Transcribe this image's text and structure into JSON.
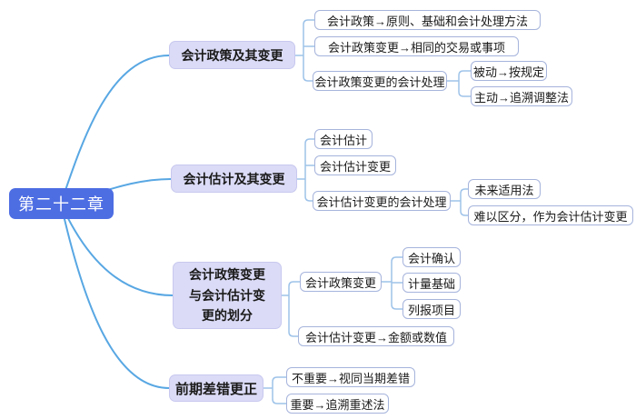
{
  "mindmap": {
    "root": {
      "label": "第二十二章"
    },
    "branches": [
      {
        "label": "会计政策及其变更",
        "children": [
          {
            "label": "会计政策→原则、基础和会计处理方法"
          },
          {
            "label": "会计政策变更→相同的交易或事项"
          },
          {
            "label": "会计政策变更的会计处理",
            "children": [
              {
                "label": "被动→按规定"
              },
              {
                "label": "主动→追溯调整法"
              }
            ]
          }
        ]
      },
      {
        "label": "会计估计及其变更",
        "children": [
          {
            "label": "会计估计"
          },
          {
            "label": "会计估计变更"
          },
          {
            "label": "会计估计变更的会计处理",
            "children": [
              {
                "label": "未来适用法"
              },
              {
                "label": "难以区分，作为会计估计变更"
              }
            ]
          }
        ]
      },
      {
        "label": "会计政策变更\n与会计估计变\n更的划分",
        "children": [
          {
            "label": "会计政策变更",
            "children": [
              {
                "label": "会计确认"
              },
              {
                "label": "计量基础"
              },
              {
                "label": "列报项目"
              }
            ]
          },
          {
            "label": "会计估计变更→金额或数值"
          }
        ]
      },
      {
        "label": "前期差错更正",
        "children": [
          {
            "label": "不重要→视同当期差错"
          },
          {
            "label": "重要→追溯重述法"
          }
        ]
      }
    ]
  },
  "colors": {
    "root_bg": "#4D6DE3",
    "root_text": "#FFFFFF",
    "branch_bg": "#DBDBF7",
    "branch_border": "#C8C8EF",
    "node_bg": "#FFFFFF",
    "node_border": "#A6B4DC",
    "curve": "#58A7E3",
    "elbow": "#9EC3E9",
    "text": "#1A1A1A",
    "canvas_bg": "#FFFFFF"
  }
}
